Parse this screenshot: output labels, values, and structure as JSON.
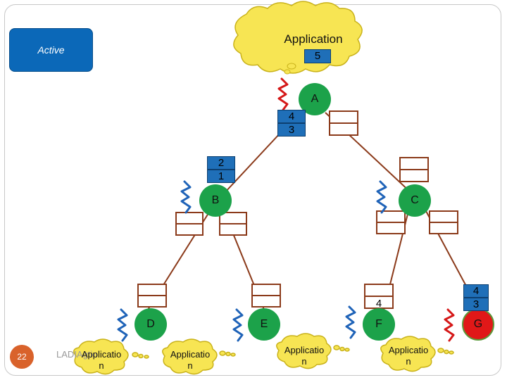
{
  "active_label": "Active",
  "page_number": "22",
  "app_cloud": {
    "title": "Application",
    "count": "5"
  },
  "nodes": {
    "A": "A",
    "B": "B",
    "C": "C",
    "D": "D",
    "E": "E",
    "F": "F",
    "G": "G"
  },
  "stacks": {
    "a_left": [
      "4",
      "3"
    ],
    "b_top": [
      "2",
      "1"
    ],
    "f_top": [
      "4"
    ],
    "g_top": [
      "4",
      "3"
    ]
  },
  "leaf_clouds": [
    {
      "line1": "Applicatio",
      "line2": "n"
    },
    {
      "line1": "Applicatio",
      "line2": "n"
    },
    {
      "line1": "Applicatio",
      "line2": "n"
    },
    {
      "line1": "Applicatio",
      "line2": "n"
    }
  ],
  "faded_text": "LADIAgtio",
  "colors": {
    "node_green": "#1ca24a",
    "node_red": "#e01818",
    "active_blue": "#0b68b8",
    "cloud_yellow": "#f7e553",
    "edge_brown": "#8b3a1a",
    "squiggle_red": "#d51818",
    "squiggle_blue": "#1f63b8"
  }
}
